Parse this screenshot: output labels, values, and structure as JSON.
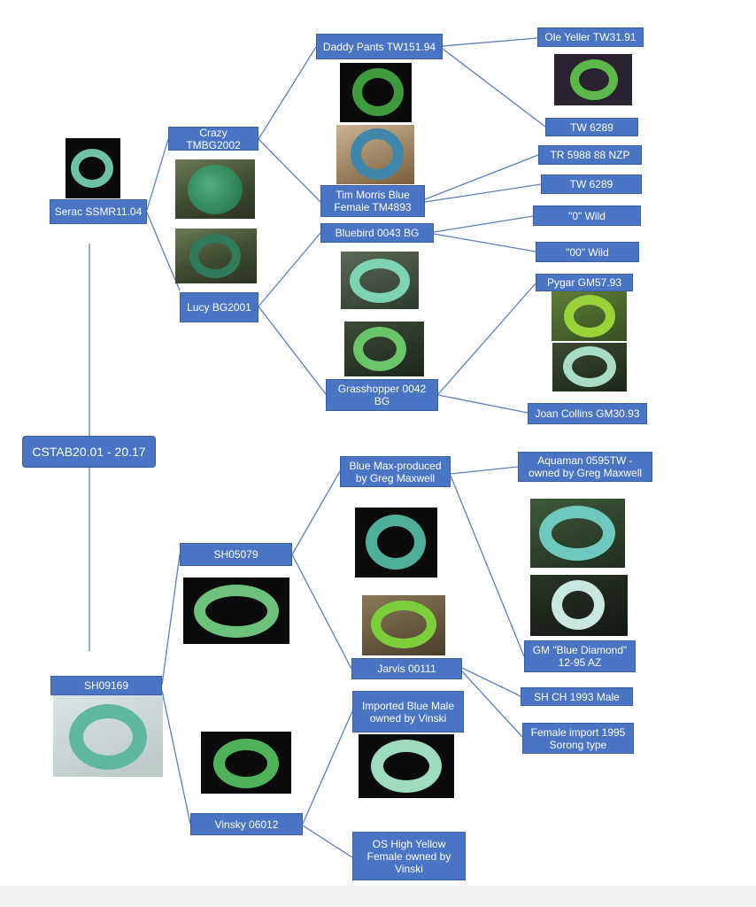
{
  "colors": {
    "box_fill": "#4a74c4",
    "box_text": "#ffffff",
    "connector": "#5b7fbf"
  },
  "nodes": {
    "root": "CSTAB20.01 - 20.17",
    "serac": "Serac SSMR11.04",
    "crazy": "Crazy TMBG2002",
    "lucy": "Lucy BG2001",
    "daddy_pants": "Daddy Pants TW151.94",
    "ole_yeller": "Ole Yeller TW31.91",
    "tw6289_a": "TW 6289",
    "tim_morris": "Tim Morris Blue Female TM4893",
    "tr5988": "TR 5988 88 NZP",
    "tw6289_b": "TW 6289",
    "bluebird": "Bluebird 0043 BG",
    "wild_0": "\"0\" Wild",
    "wild_00": "\"00\" Wild",
    "grasshopper": "Grasshopper  0042 BG",
    "pygar": "Pygar GM57.93",
    "joan": "Joan Collins GM30.93",
    "sh09169": "SH09169",
    "sh05079": "SH05079",
    "blue_max": "Blue Max-produced by Greg Maxwell",
    "aquaman": "Aquaman 0595TW - owned by Greg Maxwell",
    "gm_blue_diamond": "GM \"Blue Diamond\" 12-95 AZ",
    "jarvis": "Jarvis 00111",
    "sh_ch": "SH CH 1993 Male",
    "female_import": "Female import 1995 Sorong type",
    "vinsky": "Vinsky 06012",
    "imported_blue": "Imported Blue Male owned by Vinski",
    "os_high_yellow": "OS High Yellow Female owned by Vinski"
  }
}
